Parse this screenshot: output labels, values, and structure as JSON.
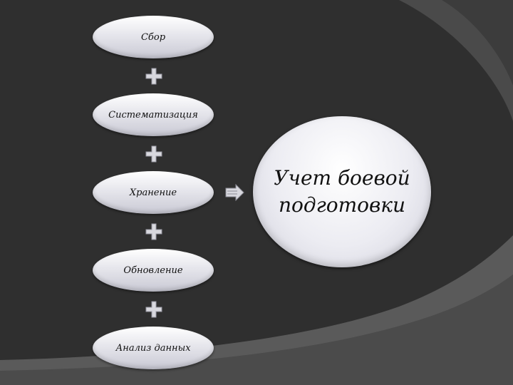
{
  "stages": [
    {
      "label": "Сбор"
    },
    {
      "label": "Систематизация"
    },
    {
      "label": "Хранение"
    },
    {
      "label": "Обновление"
    },
    {
      "label": "Анализ данных"
    }
  ],
  "result": {
    "label": "Учет боевой подготовки"
  },
  "colors": {
    "background": "#2f2f2f",
    "stripe_light": "#4a4a4a",
    "stripe_dark": "#3a3a3a",
    "oval_fill": "#e6e6ec",
    "connector": "#d8d8de"
  },
  "icons": {
    "connector": "plus-icon",
    "flow": "right-arrow-icon"
  }
}
